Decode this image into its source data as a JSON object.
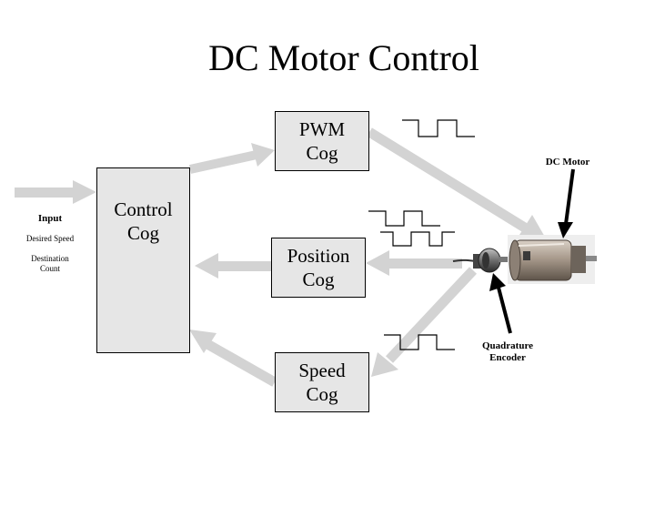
{
  "title": "DC Motor Control",
  "boxes": {
    "control": [
      "Control",
      "Cog"
    ],
    "pwm": [
      "PWM",
      "Cog"
    ],
    "position": [
      "Position",
      "Cog"
    ],
    "speed": [
      "Speed",
      "Cog"
    ]
  },
  "input": {
    "heading": "Input",
    "desired_speed": "Desired Speed",
    "destination_line1": "Destination",
    "destination_line2": "Count"
  },
  "dc_motor_label": "DC Motor",
  "encoder_label": [
    "Quadrature",
    "Encoder"
  ],
  "colors": {
    "arrow": "#d3d3d3",
    "box_fill": "#e6e6e6",
    "pointer": "#000000"
  }
}
